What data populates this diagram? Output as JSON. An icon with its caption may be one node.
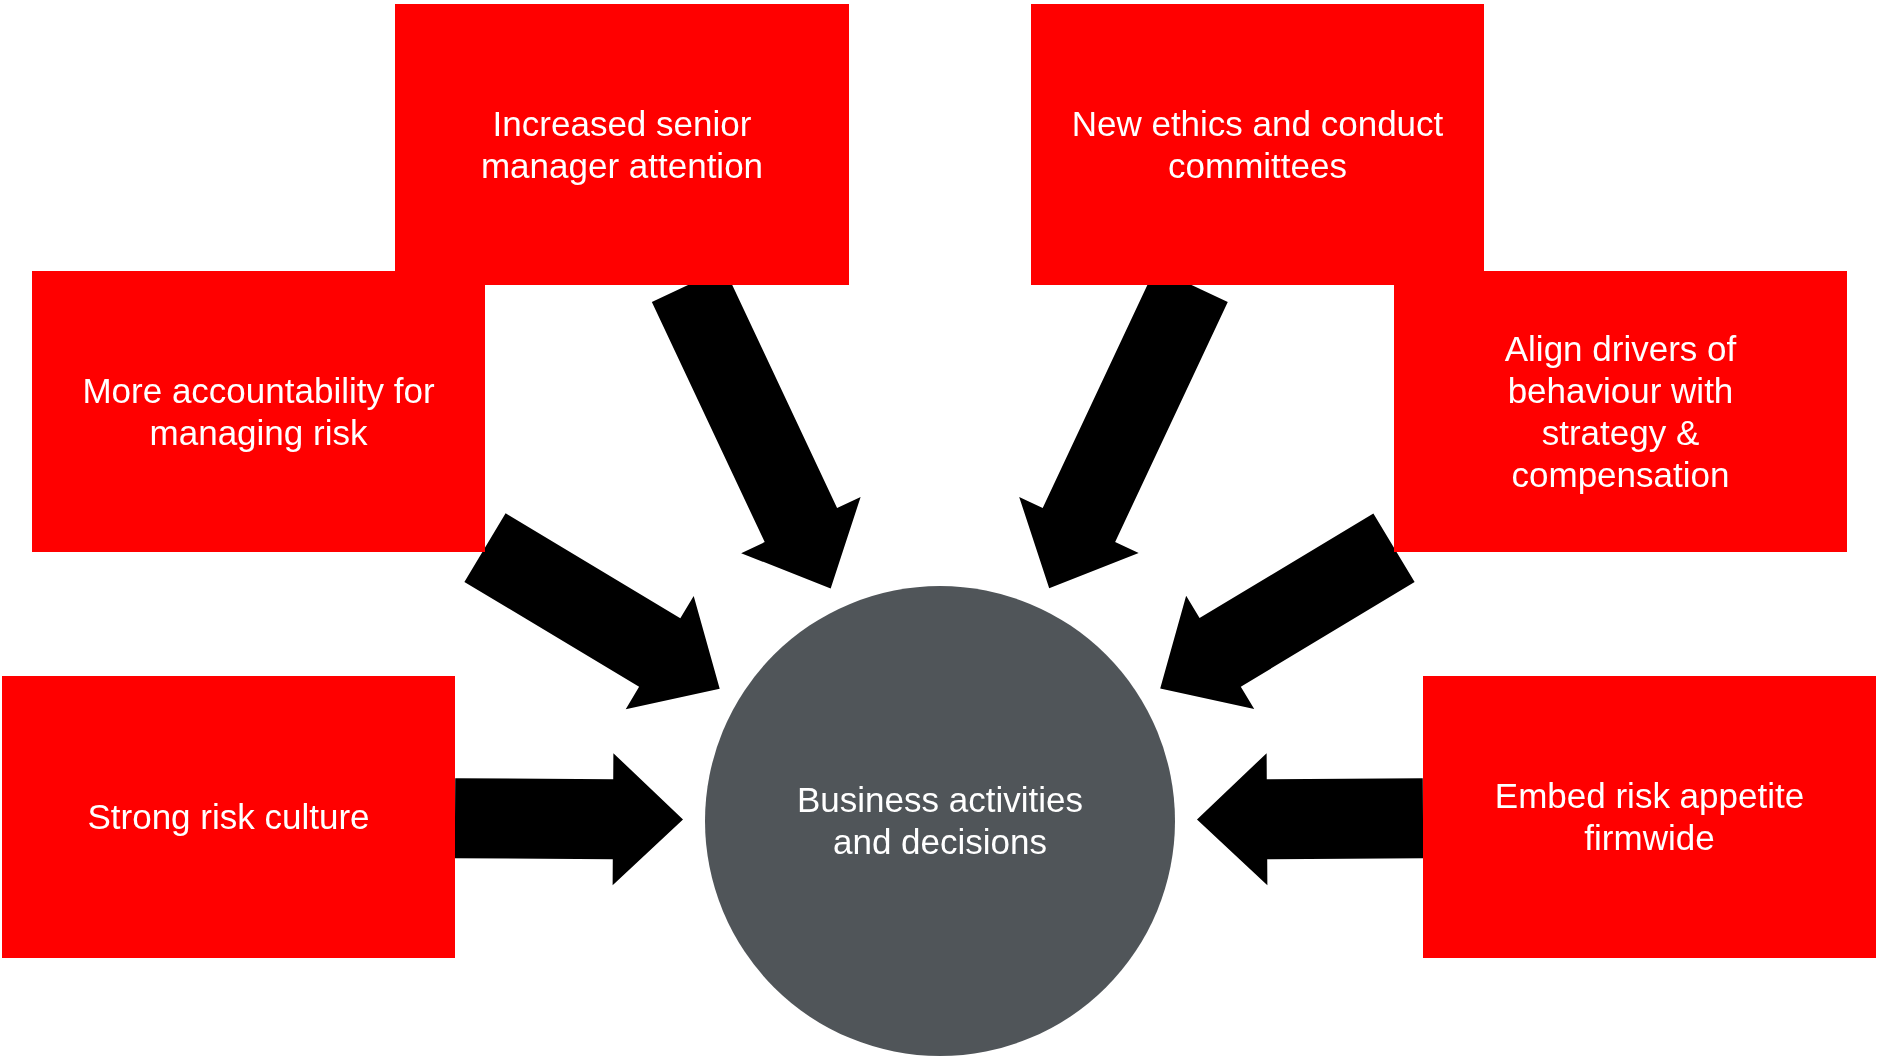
{
  "diagram": {
    "nodes": [
      {
        "text": [
          "Increased senior manager attention"
        ]
      },
      {
        "text": [
          "New ethics and conduct committees"
        ]
      },
      {
        "text": [
          "More accountability for managing risk"
        ]
      },
      {
        "text": [
          "Align drivers of behaviour with strategy & compensation"
        ]
      },
      {
        "text": [
          "Strong risk culture"
        ]
      },
      {
        "text": [
          "Business activities and decisions"
        ]
      },
      {
        "text": [
          "Embed risk appetite firmwide"
        ]
      }
    ],
    "edges": [
      {
        "from": 4,
        "to": 5,
        "arrow": "to"
      },
      {
        "from": 2,
        "to": 5,
        "arrow": "to"
      },
      {
        "from": 0,
        "to": 5,
        "arrow": "to"
      },
      {
        "from": 1,
        "to": 5,
        "arrow": "to"
      },
      {
        "from": 3,
        "to": 5,
        "arrow": "to"
      },
      {
        "from": 6,
        "to": 5,
        "arrow": "to"
      }
    ]
  }
}
